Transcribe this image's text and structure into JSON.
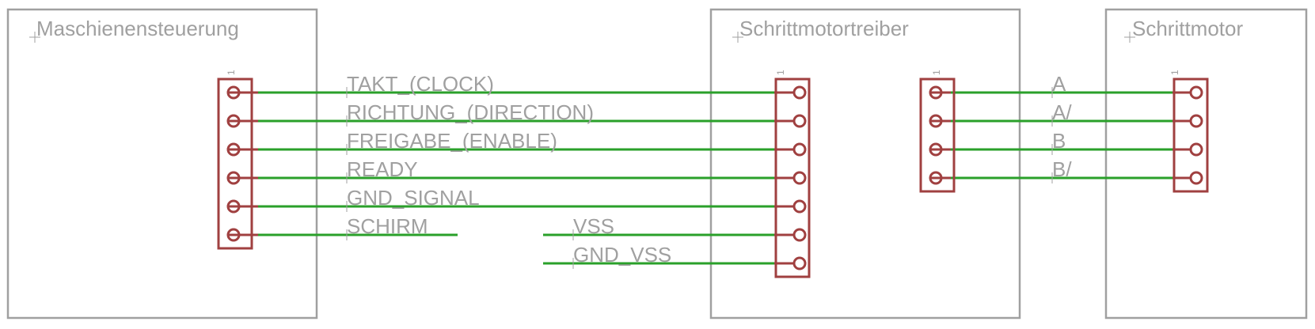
{
  "blocks": {
    "maschine": "Maschienensteuerung",
    "treiber": "Schrittmotortreiber",
    "motor": "Schrittmotor"
  },
  "pin_marker": "1",
  "nets": {
    "takt": "TAKT_(CLOCK)",
    "richtung": "RICHTUNG_(DIRECTION)",
    "freigabe": "FREIGABE_(ENABLE)",
    "ready": "READY",
    "gnd_signal": "GND_SIGNAL",
    "schirm": "SCHIRM",
    "vss": "VSS",
    "gnd_vss": "GND_VSS",
    "a": "A",
    "a_inv": "A/",
    "b": "B",
    "b_inv": "B/"
  },
  "colors": {
    "frame": "#a0a0a0",
    "pin": "#a04040",
    "wire": "#2aa02a"
  }
}
